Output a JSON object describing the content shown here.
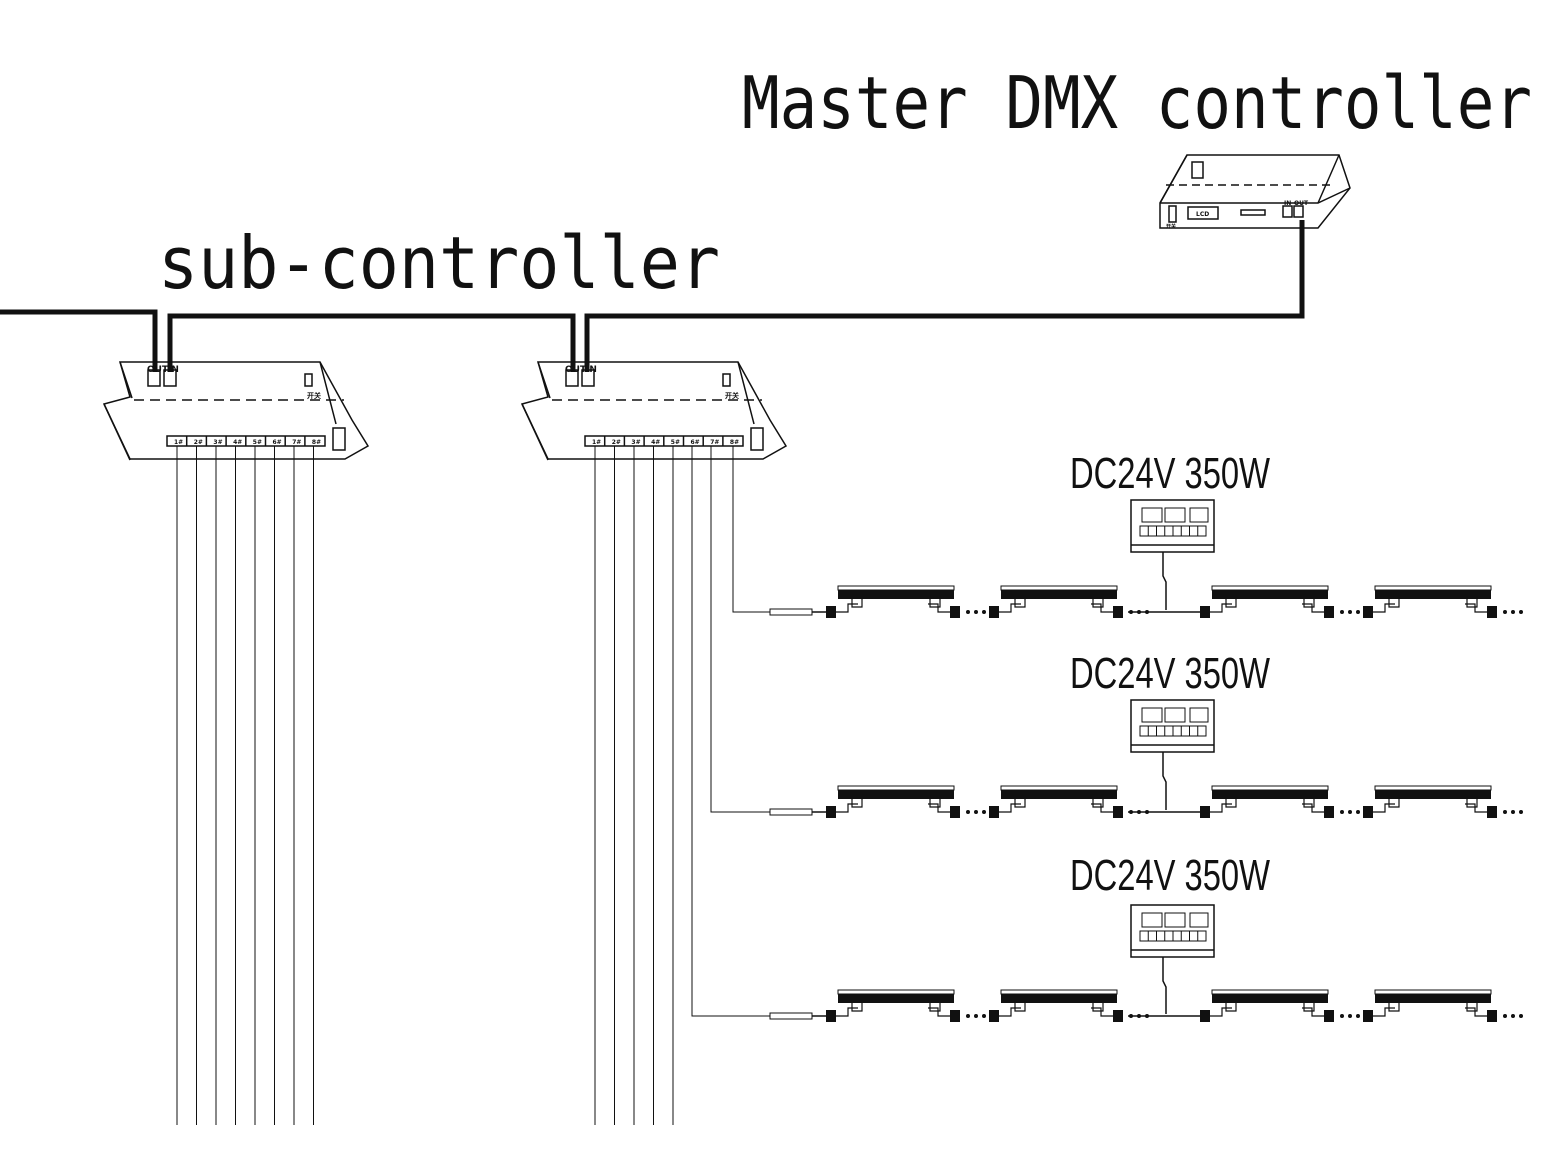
{
  "titles": {
    "master": "Master DMX controller",
    "sub": "sub-controller"
  },
  "master_controller": {
    "lcd_label": "LCD",
    "in_label": "IN",
    "out_label": "OUT",
    "switch_label": "开关"
  },
  "sub_controllers": [
    {
      "out_label": "OUT",
      "in_label": "IN",
      "switch_label": "开关",
      "ports": [
        "1#",
        "2#",
        "3#",
        "4#",
        "5#",
        "6#",
        "7#",
        "8#"
      ]
    },
    {
      "out_label": "OUT",
      "in_label": "IN",
      "switch_label": "开关",
      "ports": [
        "1#",
        "2#",
        "3#",
        "4#",
        "5#",
        "6#",
        "7#",
        "8#"
      ]
    }
  ],
  "power_supplies": [
    {
      "label": "DC24V 350W"
    },
    {
      "label": "DC24V 350W"
    },
    {
      "label": "DC24V 350W"
    }
  ],
  "colors": {
    "line": "#111111",
    "background": "#ffffff"
  }
}
